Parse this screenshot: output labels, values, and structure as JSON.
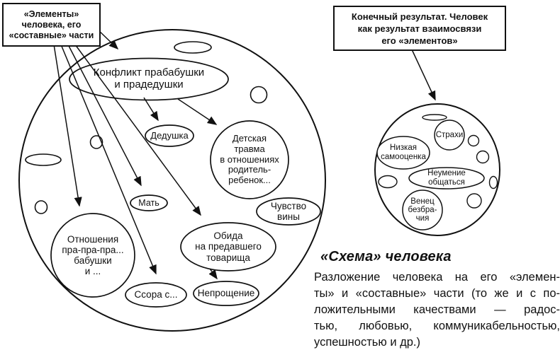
{
  "colors": {
    "ink": "#111111",
    "background": "#ffffff"
  },
  "label_box_left": {
    "text": "«Элементы»\nчеловека, его\n«составные» части"
  },
  "label_box_right": {
    "text": "Конечный результат. Человек\nкак результат взаимосвязи\nего «элементов»"
  },
  "main_circle": {
    "nodes": {
      "konflikt": {
        "label": "Конфликт прабабушки\nи прадедушки"
      },
      "dedushka": {
        "label": "Дедушка"
      },
      "travma": {
        "label": "Детская\nтравма\nв отношениях\nродитель-\nребенок..."
      },
      "mat": {
        "label": "Мать"
      },
      "chuvstvo_viny": {
        "label": "Чувство\nвины"
      },
      "otnosheniya": {
        "label": "Отношения\nпра-пра-пра...\nбабушки\nи ..."
      },
      "obida": {
        "label": "Обида\nна предавшего\nтоварища"
      },
      "ssora": {
        "label": "Ссора с..."
      },
      "neproshchenie": {
        "label": "Непрощение"
      }
    }
  },
  "result_circle": {
    "nodes": {
      "strakhi": {
        "label": "Страхи"
      },
      "nizkaya_samoocenka": {
        "label": "Низкая\nсамооценка"
      },
      "neumenie_obshchatsya": {
        "label": "Неумение\nобщаться"
      },
      "venec_bezbrachiya": {
        "label": "Венец\nбезбра-\nчия"
      }
    }
  },
  "caption": {
    "title": "«Схема» человека",
    "body_lines": [
      "Разложение человека на его «элемен-",
      "ты» и «составные» части (то же и с по-",
      "ложительными качествами — радос-",
      "тью, любовью, коммуникабельностью,",
      "успешностью и др.)"
    ]
  }
}
